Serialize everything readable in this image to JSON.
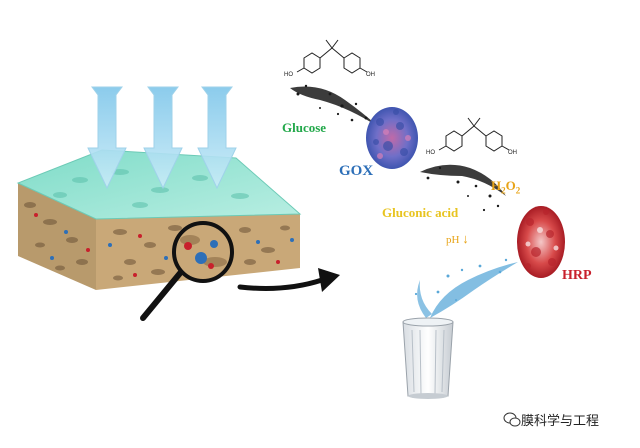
{
  "labels": {
    "glucose": "Glucose",
    "gox": "GOX",
    "h2o2_main": "H",
    "h2o2_sub1": "2",
    "h2o2_o": "O",
    "h2o2_sub2": "2",
    "gluconic_acid": "Gluconic acid",
    "ph": "pH",
    "ph_arrow": "↓",
    "hrp": "HRP"
  },
  "molecule": {
    "oh_left": "HO",
    "oh_right": "OH"
  },
  "watermark": {
    "text": "膜科学与工程"
  },
  "colors": {
    "glucose": "#22a84a",
    "gox": "#2d6fb8",
    "h2o2": "#e8a418",
    "gluconic_acid": "#e8c420",
    "ph": "#e8a418",
    "hrp": "#c8202c",
    "membrane_top": "#8fe0cf",
    "membrane_body": "#c8a678",
    "light_arrow": "#a8d8ef"
  }
}
